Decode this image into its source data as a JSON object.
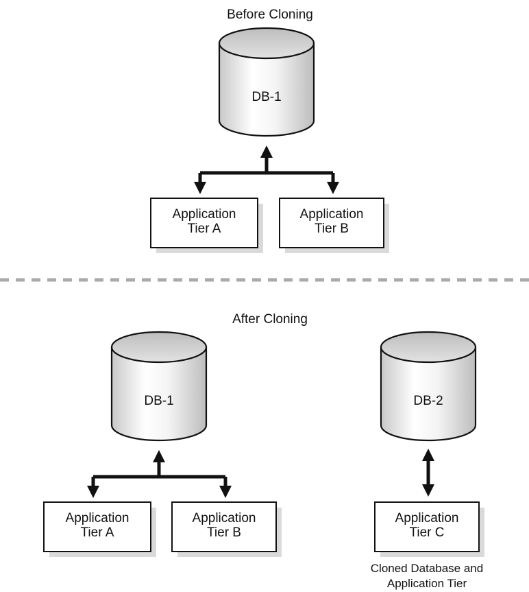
{
  "before": {
    "title": "Before Cloning",
    "database": "DB-1",
    "tiers": [
      {
        "line1": "Application",
        "line2": "Tier A"
      },
      {
        "line1": "Application",
        "line2": "Tier B"
      }
    ]
  },
  "after": {
    "title": "After Cloning",
    "original": {
      "database": "DB-1",
      "tiers": [
        {
          "line1": "Application",
          "line2": "Tier A"
        },
        {
          "line1": "Application",
          "line2": "Tier B"
        }
      ]
    },
    "clone": {
      "database": "DB-2",
      "tier": {
        "line1": "Application",
        "line2": "Tier C"
      },
      "caption_line1": "Cloned Database and",
      "caption_line2": "Application Tier"
    }
  },
  "colors": {
    "outline": "#111111",
    "cylinder_top": "#d4d4d4",
    "cylinder_body_light": "#ffffff",
    "cylinder_body_dark": "#c6c6c6",
    "shadow": "#d9d9d9",
    "divider": "#aaaaaa"
  }
}
